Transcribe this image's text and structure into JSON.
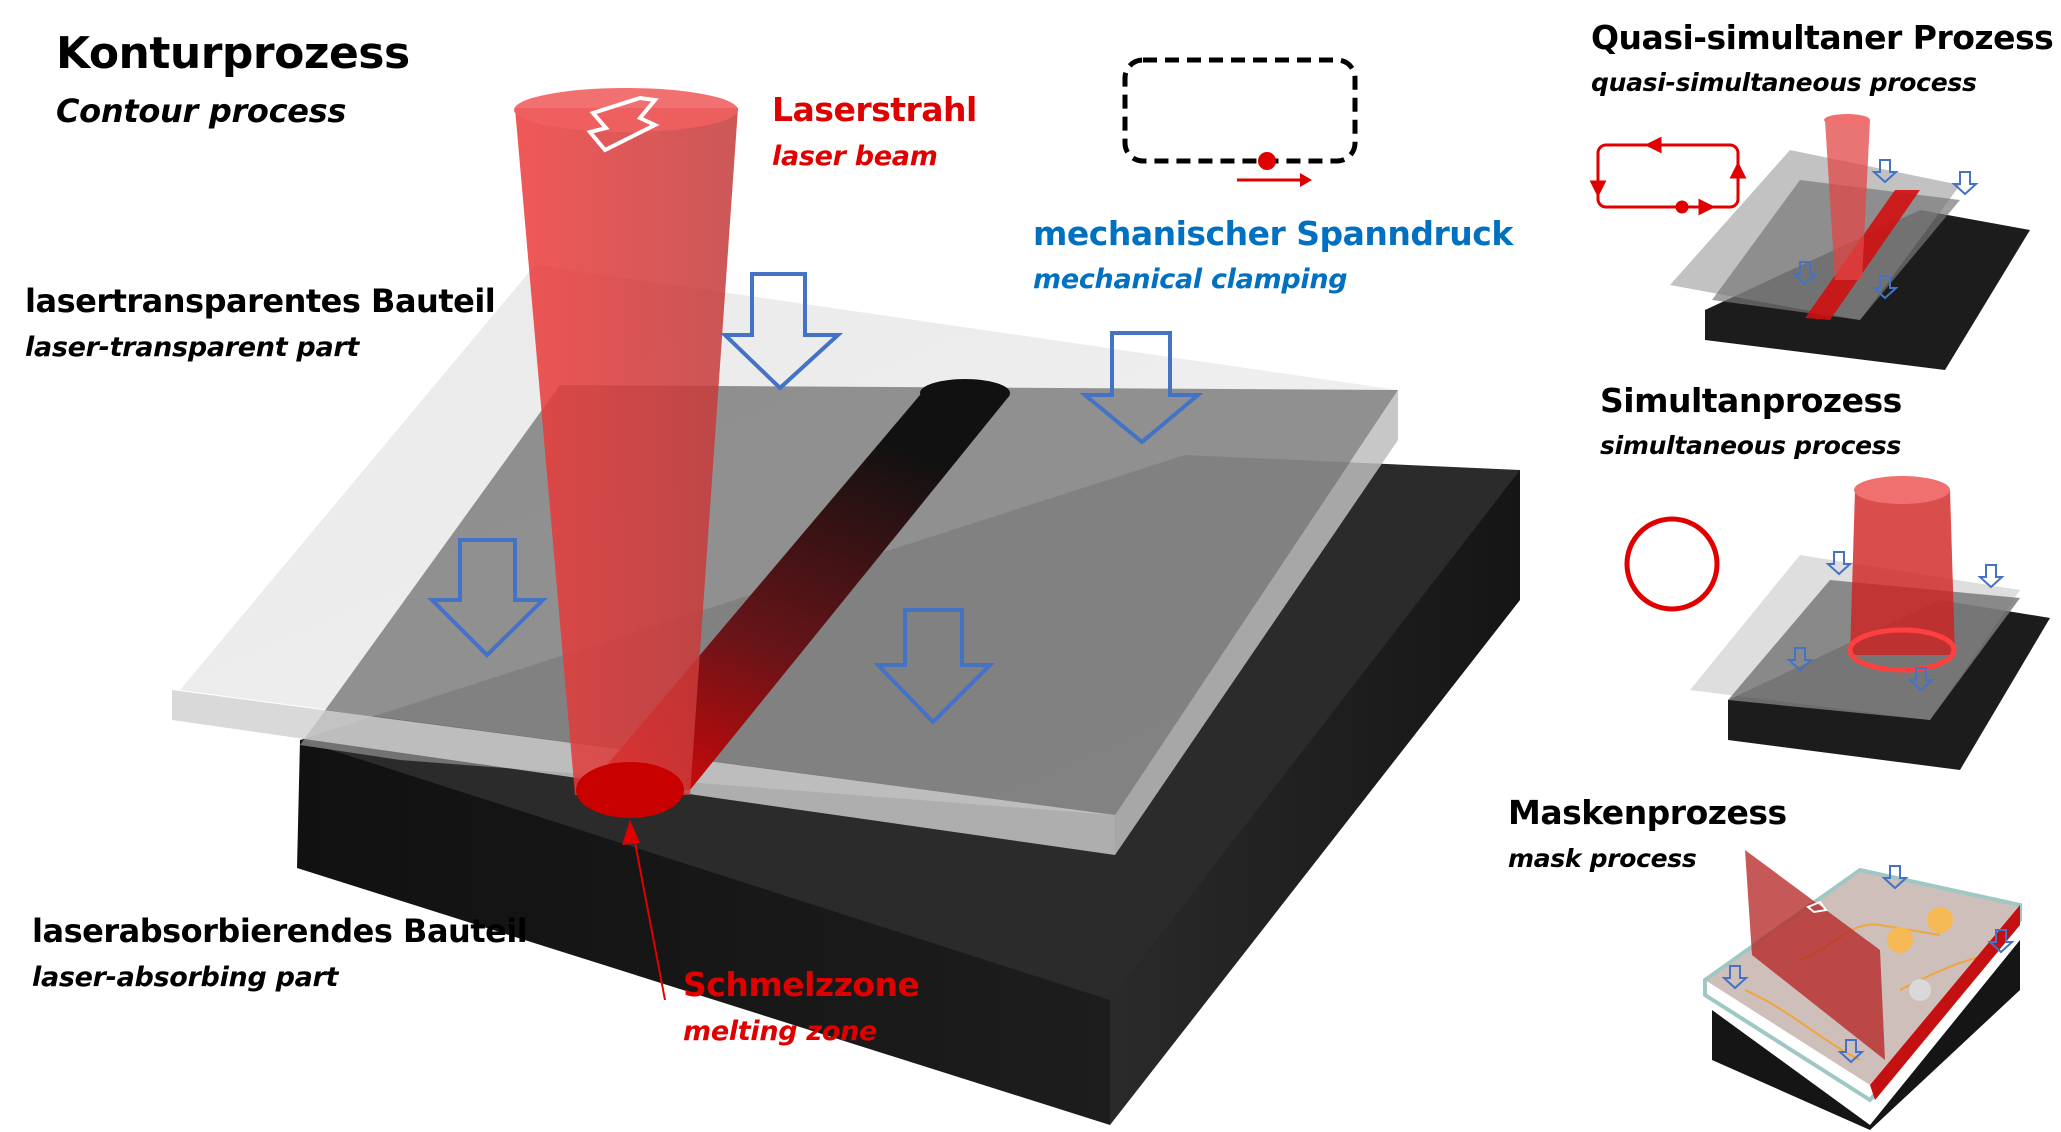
{
  "main": {
    "title": "Konturprozess",
    "subtitle": "Contour process",
    "labels": {
      "transparent_part": {
        "de": "lasertransparentes Bauteil",
        "en": "laser-transparent part"
      },
      "absorbing_part": {
        "de": "laserabsorbierendes Bauteil",
        "en": "laser-absorbing part"
      },
      "laser_beam": {
        "de": "Laserstrahl",
        "en": "laser beam"
      },
      "clamping": {
        "de": "mechanischer Spanndruck",
        "en": "mechanical clamping"
      },
      "melting_zone": {
        "de": "Schmelzzone",
        "en": "melting zone"
      }
    },
    "path_icon": "dashed-contour-path-icon"
  },
  "variants": [
    {
      "de": "Quasi-simultaner Prozess",
      "en": "quasi-simultaneous process",
      "path_icon": "closed-loop-path-icon"
    },
    {
      "de": "Simultanprozess",
      "en": "simultaneous process",
      "path_icon": "circle-path-icon"
    },
    {
      "de": "Maskenprozess",
      "en": "mask process",
      "path_icon": "mask-plane-icon"
    }
  ],
  "colors": {
    "laser_red": "#E00000",
    "clamp_blue": "#0070C0",
    "arrow_blue": "#4472C4",
    "absorbing_black": "#1a1a1a",
    "transparent_gray": "#8a8a8a"
  }
}
